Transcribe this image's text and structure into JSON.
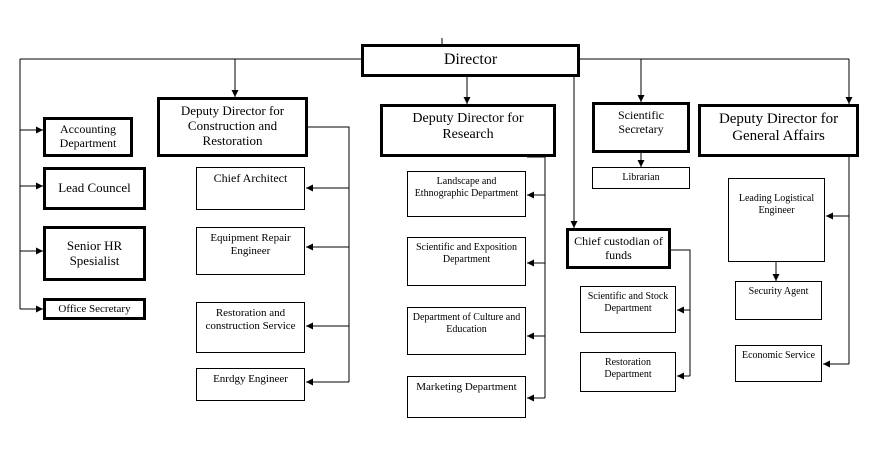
{
  "director": "Director",
  "left_units": {
    "accounting": "Accounting Department",
    "lead_council": "Lead Councel",
    "senior_hr": "Senior HR Spesialist",
    "office_secretary": "Office Secretary"
  },
  "construction": {
    "head": "Deputy Director for Construction and Restoration",
    "chief_architect": "Chief Architect",
    "equipment_repair": "Equipment Repair Engineer",
    "restoration_service": "Restoration and construction Service",
    "energy_engineer": "Enrdgy Engineer"
  },
  "research": {
    "head": "Deputy Director for Research",
    "landscape": "Landscape and Ethnographic Department",
    "exposition": "Scientific and Exposition Department",
    "culture": "Department of Culture and Education",
    "marketing": "Marketing Department"
  },
  "custodian": {
    "head": "Chief custodian of funds",
    "stock": "Scientific and Stock Department",
    "restoration": "Restoration Department"
  },
  "secretary": {
    "head": "Scientific Secretary",
    "librarian": "Librarian"
  },
  "general": {
    "head": "Deputy Director for General Affairs",
    "logistical": "Leading Logistical Engineer",
    "security": "Security Agent",
    "economic": "Economic Service"
  }
}
